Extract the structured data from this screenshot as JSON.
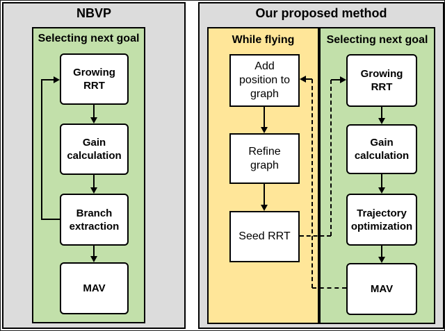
{
  "colors": {
    "panel_bg": "#dcdcdc",
    "green_bg": "#c2e0aa",
    "yellow_bg": "#ffe699",
    "box_bg": "#ffffff",
    "line": "#000000"
  },
  "nbvp": {
    "title": "NBVP",
    "header": "Selecting next goal",
    "nodes": {
      "growing_rrt": "Growing RRT",
      "gain_calculation": "Gain calculation",
      "branch_extraction": "Branch extraction",
      "mav": "MAV"
    }
  },
  "proposed": {
    "title": "Our proposed method",
    "while_flying": {
      "header": "While flying",
      "nodes": {
        "add_position": "Add position to graph",
        "refine_graph": "Refine graph",
        "seed_rrt": "Seed RRT"
      }
    },
    "selecting_next_goal": {
      "header": "Selecting next goal",
      "nodes": {
        "growing_rrt": "Growing RRT",
        "gain_calculation": "Gain calculation",
        "trajectory_optimization": "Trajectory optimization",
        "mav": "MAV"
      }
    }
  }
}
